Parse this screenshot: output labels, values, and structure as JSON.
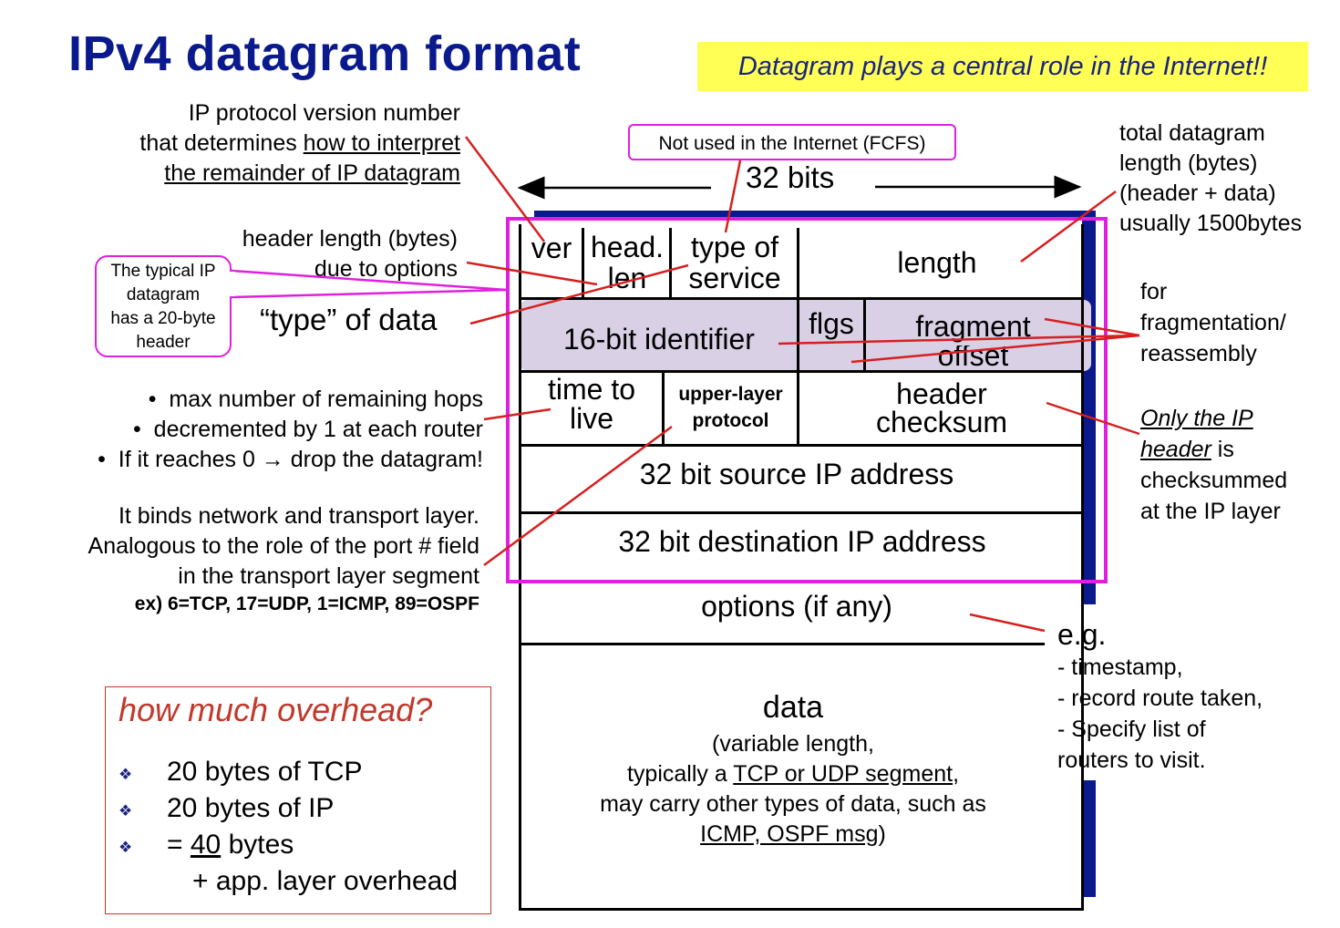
{
  "title": "IPv4 datagram format",
  "banner": "Datagram plays a central role in the Internet!!",
  "callouts": {
    "version": [
      "IP protocol version number",
      "that determines ",
      "how to interpret",
      "the remainder of IP datagram"
    ],
    "header_length": [
      "header length (bytes)",
      "due to options"
    ],
    "typical_header": [
      "The typical IP",
      "datagram",
      "has a 20-byte",
      "header"
    ],
    "type_of_data": "“type” of data",
    "ttl_bullets": [
      "max number of remaining hops",
      "decremented by 1 at each router",
      "If it reaches 0 → drop the datagram!"
    ],
    "protocol": [
      "It binds network and transport layer.",
      "Analogous to the role of the port # field",
      "in the transport layer segment"
    ],
    "protocol_examples": "ex) 6=TCP, 17=UDP, 1=ICMP, 89=OSPF",
    "not_used": "Not used in the Internet (FCFS)",
    "total_length": [
      "total datagram",
      "length (bytes)",
      "(header + data)",
      "usually 1500bytes"
    ],
    "fragmentation": [
      "for",
      "fragmentation/",
      "reassembly"
    ],
    "checksum_note": [
      "Only the IP",
      "header",
      " is",
      "checksummed",
      "at the IP layer"
    ],
    "options_eg": [
      "e.g.",
      "- timestamp,",
      "- record route taken,",
      "- Specify list of",
      "routers to visit."
    ]
  },
  "width_label": "32 bits",
  "fields": {
    "ver": "ver",
    "head_len": [
      "head.",
      "len"
    ],
    "type_of_service": [
      "type of",
      "service"
    ],
    "length": "length",
    "identifier": "16-bit identifier",
    "flags": "flgs",
    "fragment_offset": [
      "fragment",
      "offset"
    ],
    "ttl": [
      "time to",
      "live"
    ],
    "upper_layer": [
      "upper-layer",
      "protocol"
    ],
    "header_checksum": [
      "header",
      "checksum"
    ],
    "source": "32 bit source IP address",
    "destination": "32 bit destination IP address",
    "options": "options (if any)",
    "data_title": "data",
    "data_desc": [
      "(variable length,",
      "typically a ",
      "TCP or UDP segment",
      ",",
      "may carry other types of data, such as",
      "ICMP, OSPF msg",
      ")"
    ]
  },
  "overhead": {
    "title": "how much overhead?",
    "items": [
      "20 bytes of TCP",
      "20 bytes of IP",
      "= ",
      "40",
      " bytes"
    ],
    "extra": "+ app. layer overhead"
  },
  "colors": {
    "title": "#0a1a8c",
    "banner_bg": "#ffff55",
    "highlight": "#e020e0",
    "arrow": "#d62020",
    "shade": "#d9d0e6"
  }
}
